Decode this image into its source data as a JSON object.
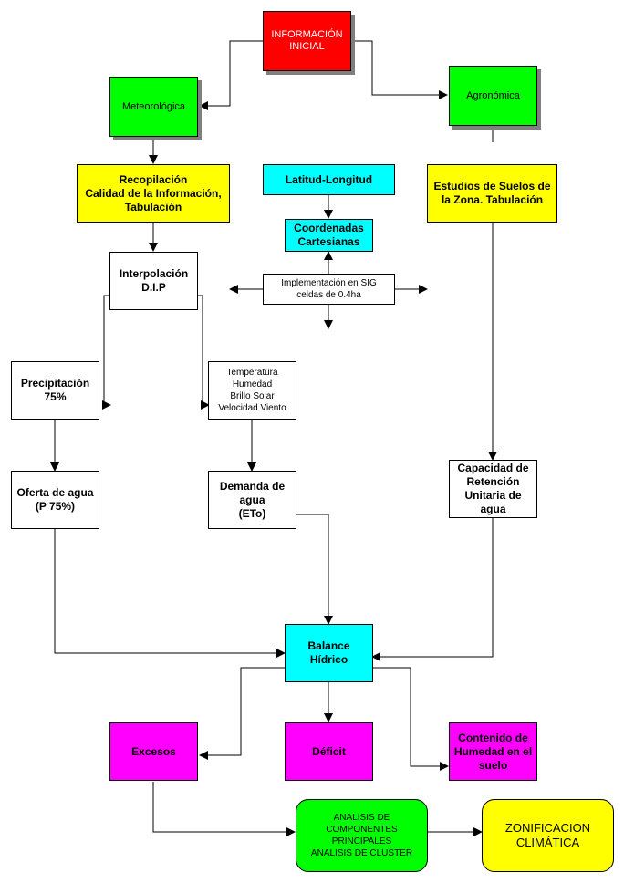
{
  "nodes": {
    "informacion_inicial": "INFORMACIÓN\nINICIAL",
    "meteorologica": "Meteorológica",
    "agronomica": "Agronómica",
    "recopilacion": "Recopilación\nCalidad de la Información,\nTabulación",
    "latitud_longitud": "Latitud-Longitud",
    "coordenadas": "Coordenadas\nCartesianas",
    "estudios_suelos": "Estudios de Suelos de\nla Zona. Tabulación",
    "implementacion_sig": "Implementación en SIG\nceldas de 0.4ha",
    "interpolacion": "Interpolación\nD.I.P",
    "precipitacion": "Precipitación\n75%",
    "variables_clima": "Temperatura\nHumedad\nBrillo Solar\nVelocidad Viento",
    "oferta_agua": "Oferta de agua\n(P 75%)",
    "demanda_agua": "Demanda de\nagua\n(ETo)",
    "capacidad_retencion": "Capacidad de\nRetención\nUnitaria de\nagua",
    "balance_hidrico": "Balance\nHídrico",
    "excesos": "Excesos",
    "deficit": "Déficit",
    "contenido_humedad": "Contenido de\nHumedad en el\nsuelo",
    "analisis": "ANALISIS DE\nCOMPONENTES\nPRINCIPALES\nANALISIS DE CLUSTER",
    "zonificacion": "ZONIFICACION\nCLIMÁTICA"
  },
  "colors": {
    "red": "#ff0000",
    "green": "#00ff00",
    "yellow": "#ffff00",
    "cyan": "#00ffff",
    "magenta": "#ff00ff",
    "connector": "#000000"
  }
}
